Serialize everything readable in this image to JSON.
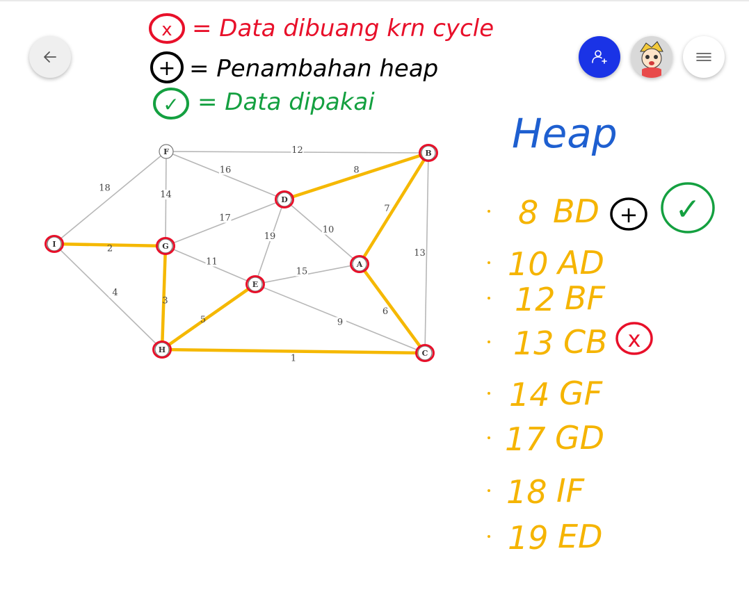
{
  "legend": {
    "remove_symbol": "x",
    "remove_text": "= Data dibuang krn cycle",
    "add_symbol": "+",
    "add_text": "= Penambahan heap",
    "used_symbol": "✓",
    "used_text": "= Data dipakai"
  },
  "heap": {
    "title": "Heap",
    "items": [
      {
        "weight": "8",
        "edge": "BD",
        "mark": "add-used"
      },
      {
        "weight": "10",
        "edge": "AD",
        "mark": ""
      },
      {
        "weight": "12",
        "edge": "BF",
        "mark": ""
      },
      {
        "weight": "13",
        "edge": "CB",
        "mark": "removed"
      },
      {
        "weight": "14",
        "edge": "GF",
        "mark": ""
      },
      {
        "weight": "17",
        "edge": "GD",
        "mark": ""
      },
      {
        "weight": "18",
        "edge": "IF",
        "mark": ""
      },
      {
        "weight": "19",
        "edge": "ED",
        "mark": ""
      }
    ]
  },
  "graph": {
    "nodes": [
      "F",
      "B",
      "D",
      "I",
      "G",
      "A",
      "E",
      "H",
      "C"
    ],
    "edges": [
      {
        "from": "F",
        "to": "B",
        "weight": "12",
        "selected": false
      },
      {
        "from": "F",
        "to": "D",
        "weight": "16",
        "selected": false
      },
      {
        "from": "F",
        "to": "I",
        "weight": "18",
        "selected": false
      },
      {
        "from": "F",
        "to": "G",
        "weight": "14",
        "selected": false
      },
      {
        "from": "D",
        "to": "B",
        "weight": "8",
        "selected": true
      },
      {
        "from": "B",
        "to": "A",
        "weight": "7",
        "selected": true
      },
      {
        "from": "B",
        "to": "C",
        "weight": "13",
        "selected": false
      },
      {
        "from": "G",
        "to": "D",
        "weight": "17",
        "selected": false
      },
      {
        "from": "D",
        "to": "A",
        "weight": "10",
        "selected": false
      },
      {
        "from": "E",
        "to": "D",
        "weight": "19",
        "selected": false
      },
      {
        "from": "I",
        "to": "G",
        "weight": "2",
        "selected": true
      },
      {
        "from": "G",
        "to": "E",
        "weight": "11",
        "selected": false
      },
      {
        "from": "E",
        "to": "A",
        "weight": "15",
        "selected": false
      },
      {
        "from": "I",
        "to": "H",
        "weight": "4",
        "selected": false
      },
      {
        "from": "G",
        "to": "H",
        "weight": "3",
        "selected": true
      },
      {
        "from": "H",
        "to": "E",
        "weight": "5",
        "selected": true
      },
      {
        "from": "E",
        "to": "C",
        "weight": "9",
        "selected": false
      },
      {
        "from": "A",
        "to": "C",
        "weight": "6",
        "selected": true
      },
      {
        "from": "H",
        "to": "C",
        "weight": "1",
        "selected": true
      }
    ]
  },
  "colors": {
    "highlight": "#f5b800",
    "circle": "#e8102a",
    "heap_text": "#f5b400",
    "heap_title": "#1e5fd0",
    "legend_red": "#e8102a",
    "legend_green": "#14a040",
    "share_button": "#1a33e6"
  },
  "icons": {
    "back": "arrow-left-icon",
    "share": "add-user-icon",
    "avatar": "user-avatar",
    "menu": "hamburger-menu-icon"
  }
}
